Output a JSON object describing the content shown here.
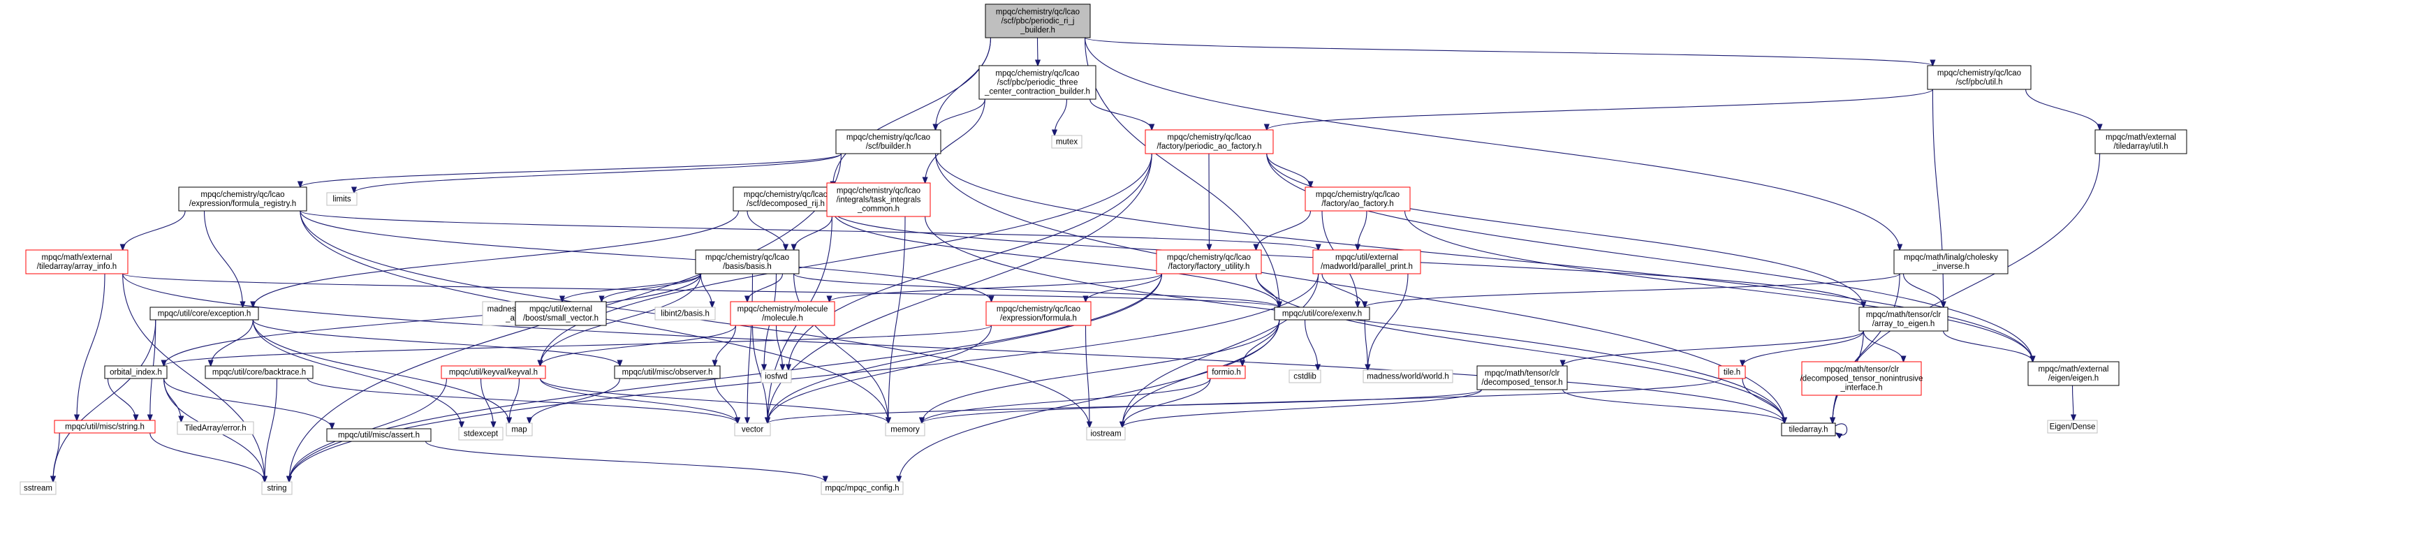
{
  "colors": {
    "edge": "#191970",
    "root_fill": "#bfbfbf",
    "node_border": "#000000",
    "missing_border": "#bfbfbf",
    "red_border": "#ff0000",
    "text": "#000000"
  },
  "nodes": [
    {
      "id": "root",
      "lines": [
        "mpqc/chemistry/qc/lcao",
        "/scf/pbc/periodic_ri_j",
        "_builder.h"
      ],
      "style": "root"
    },
    {
      "id": "p3c",
      "lines": [
        "mpqc/chemistry/qc/lcao",
        "/scf/pbc/periodic_three",
        "_center_contraction_builder.h"
      ],
      "style": "normal"
    },
    {
      "id": "util_h",
      "lines": [
        "mpqc/chemistry/qc/lcao",
        "/scf/pbc/util.h"
      ],
      "style": "normal"
    },
    {
      "id": "builder",
      "lines": [
        "mpqc/chemistry/qc/lcao",
        "/scf/builder.h"
      ],
      "style": "normal"
    },
    {
      "id": "mutex",
      "lines": [
        "mutex"
      ],
      "style": "gray"
    },
    {
      "id": "periodic_ao",
      "lines": [
        "mpqc/chemistry/qc/lcao",
        "/factory/periodic_ao_factory.h"
      ],
      "style": "red"
    },
    {
      "id": "ta_util",
      "lines": [
        "mpqc/math/external",
        "/tiledarray/util.h"
      ],
      "style": "normal"
    },
    {
      "id": "limits",
      "lines": [
        "limits"
      ],
      "style": "gray"
    },
    {
      "id": "formula_reg",
      "lines": [
        "mpqc/chemistry/qc/lcao",
        "/expression/formula_registry.h"
      ],
      "style": "normal"
    },
    {
      "id": "decomp_rij",
      "lines": [
        "mpqc/chemistry/qc/lcao",
        "/scf/decomposed_rij.h"
      ],
      "style": "normal"
    },
    {
      "id": "task_integrals",
      "lines": [
        "mpqc/chemistry/qc/lcao",
        "/integrals/task_integrals",
        "_common.h"
      ],
      "style": "red"
    },
    {
      "id": "ao_factory",
      "lines": [
        "mpqc/chemistry/qc/lcao",
        "/factory/ao_factory.h"
      ],
      "style": "red"
    },
    {
      "id": "array_info",
      "lines": [
        "mpqc/math/external",
        "/tiledarray/array_info.h"
      ],
      "style": "red"
    },
    {
      "id": "basis",
      "lines": [
        "mpqc/chemistry/qc/lcao",
        "/basis/basis.h"
      ],
      "style": "normal"
    },
    {
      "id": "factory_utility",
      "lines": [
        "mpqc/chemistry/qc/lcao",
        "/factory/factory_utility.h"
      ],
      "style": "red"
    },
    {
      "id": "parallel_print",
      "lines": [
        "mpqc/util/external",
        "/madworld/parallel_print.h"
      ],
      "style": "red"
    },
    {
      "id": "cholesky",
      "lines": [
        "mpqc/math/linalg/cholesky",
        "_inverse.h"
      ],
      "style": "normal"
    },
    {
      "id": "exception",
      "lines": [
        "mpqc/util/core/exception.h"
      ],
      "style": "normal"
    },
    {
      "id": "madworld_array",
      "lines": [
        "madness/world/array",
        "_addons.h"
      ],
      "style": "gray"
    },
    {
      "id": "small_vector",
      "lines": [
        "mpqc/util/external",
        "/boost/small_vector.h"
      ],
      "style": "normal"
    },
    {
      "id": "libint2_basis",
      "lines": [
        "libint2/basis.h"
      ],
      "style": "gray"
    },
    {
      "id": "molecule",
      "lines": [
        "mpqc/chemistry/molecule",
        "/molecule.h"
      ],
      "style": "red"
    },
    {
      "id": "formula",
      "lines": [
        "mpqc/chemistry/qc/lcao",
        "/expression/formula.h"
      ],
      "style": "red"
    },
    {
      "id": "exenv",
      "lines": [
        "mpqc/util/core/exenv.h"
      ],
      "style": "normal"
    },
    {
      "id": "array_to_eigen",
      "lines": [
        "mpqc/math/tensor/clr",
        "/array_to_eigen.h"
      ],
      "style": "normal"
    },
    {
      "id": "orbital_index",
      "lines": [
        "orbital_index.h"
      ],
      "style": "normal"
    },
    {
      "id": "backtrace",
      "lines": [
        "mpqc/util/core/backtrace.h"
      ],
      "style": "normal"
    },
    {
      "id": "keyval",
      "lines": [
        "mpqc/util/keyval/keyval.h"
      ],
      "style": "red"
    },
    {
      "id": "observer",
      "lines": [
        "mpqc/util/misc/observer.h"
      ],
      "style": "normal"
    },
    {
      "id": "iosfwd",
      "lines": [
        "iosfwd"
      ],
      "style": "gray"
    },
    {
      "id": "formio",
      "lines": [
        "formio.h"
      ],
      "style": "red"
    },
    {
      "id": "cstdlib",
      "lines": [
        "cstdlib"
      ],
      "style": "gray"
    },
    {
      "id": "madworld",
      "lines": [
        "madness/world/world.h"
      ],
      "style": "gray"
    },
    {
      "id": "decomposed_tensor",
      "lines": [
        "mpqc/math/tensor/clr",
        "/decomposed_tensor.h"
      ],
      "style": "normal"
    },
    {
      "id": "tile_h",
      "lines": [
        "tile.h"
      ],
      "style": "red"
    },
    {
      "id": "nonintrusive",
      "lines": [
        "mpqc/math/tensor/clr",
        "/decomposed_tensor_nonintrusive",
        "_interface.h"
      ],
      "style": "red"
    },
    {
      "id": "eigen_h",
      "lines": [
        "mpqc/math/external",
        "/eigen/eigen.h"
      ],
      "style": "normal"
    },
    {
      "id": "string_h",
      "lines": [
        "mpqc/util/misc/string.h"
      ],
      "style": "red"
    },
    {
      "id": "tiledarray_error",
      "lines": [
        "TiledArray/error.h"
      ],
      "style": "gray"
    },
    {
      "id": "assert_h",
      "lines": [
        "mpqc/util/misc/assert.h"
      ],
      "style": "normal"
    },
    {
      "id": "stdexcept",
      "lines": [
        "stdexcept"
      ],
      "style": "gray"
    },
    {
      "id": "map",
      "lines": [
        "map"
      ],
      "style": "gray"
    },
    {
      "id": "vector",
      "lines": [
        "vector"
      ],
      "style": "gray"
    },
    {
      "id": "memory",
      "lines": [
        "memory"
      ],
      "style": "gray"
    },
    {
      "id": "iostream",
      "lines": [
        "iostream"
      ],
      "style": "gray"
    },
    {
      "id": "tiledarray",
      "lines": [
        "tiledarray.h"
      ],
      "style": "normal"
    },
    {
      "id": "eigen_dense",
      "lines": [
        "Eigen/Dense"
      ],
      "style": "gray"
    },
    {
      "id": "sstream",
      "lines": [
        "sstream"
      ],
      "style": "gray"
    },
    {
      "id": "string",
      "lines": [
        "string"
      ],
      "style": "gray"
    },
    {
      "id": "mpqc_config",
      "lines": [
        "mpqc/mpqc_config.h"
      ],
      "style": "gray"
    }
  ],
  "edges": [
    [
      "root",
      "p3c"
    ],
    [
      "root",
      "util_h"
    ],
    [
      "root",
      "builder"
    ],
    [
      "root",
      "decomp_rij"
    ],
    [
      "root",
      "cholesky"
    ],
    [
      "root",
      "exenv"
    ],
    [
      "p3c",
      "builder"
    ],
    [
      "p3c",
      "mutex"
    ],
    [
      "p3c",
      "periodic_ao"
    ],
    [
      "p3c",
      "task_integrals"
    ],
    [
      "util_h",
      "periodic_ao"
    ],
    [
      "util_h",
      "ta_util"
    ],
    [
      "util_h",
      "array_to_eigen"
    ],
    [
      "builder",
      "limits"
    ],
    [
      "builder",
      "formula_reg"
    ],
    [
      "builder",
      "tiledarray"
    ],
    [
      "builder",
      "eigen_h"
    ],
    [
      "builder",
      "string"
    ],
    [
      "periodic_ao",
      "ao_factory"
    ],
    [
      "periodic_ao",
      "factory_utility"
    ],
    [
      "periodic_ao",
      "array_to_eigen"
    ],
    [
      "periodic_ao",
      "eigen_h"
    ],
    [
      "periodic_ao",
      "keyval"
    ],
    [
      "periodic_ao",
      "iosfwd"
    ],
    [
      "periodic_ao",
      "vector"
    ],
    [
      "ta_util",
      "tiledarray"
    ],
    [
      "formula_reg",
      "array_info"
    ],
    [
      "formula_reg",
      "exception"
    ],
    [
      "formula_reg",
      "formula"
    ],
    [
      "formula_reg",
      "parallel_print"
    ],
    [
      "formula_reg",
      "memory"
    ],
    [
      "formula_reg",
      "iostream"
    ],
    [
      "decomp_rij",
      "basis"
    ],
    [
      "decomp_rij",
      "exception"
    ],
    [
      "decomp_rij",
      "array_to_eigen"
    ],
    [
      "decomp_rij",
      "exenv"
    ],
    [
      "task_integrals",
      "basis"
    ],
    [
      "task_integrals",
      "tiledarray"
    ],
    [
      "task_integrals",
      "vector"
    ],
    [
      "task_integrals",
      "memory"
    ],
    [
      "ao_factory",
      "factory_utility"
    ],
    [
      "ao_factory",
      "parallel_print"
    ],
    [
      "ao_factory",
      "exenv"
    ],
    [
      "ao_factory",
      "eigen_h"
    ],
    [
      "array_info",
      "string_h"
    ],
    [
      "array_info",
      "exenv"
    ],
    [
      "array_info",
      "tiledarray"
    ],
    [
      "array_info",
      "string"
    ],
    [
      "basis",
      "madworld_array"
    ],
    [
      "basis",
      "small_vector"
    ],
    [
      "basis",
      "libint2_basis"
    ],
    [
      "basis",
      "molecule"
    ],
    [
      "basis",
      "keyval"
    ],
    [
      "basis",
      "iosfwd"
    ],
    [
      "basis",
      "vector"
    ],
    [
      "basis",
      "memory"
    ],
    [
      "basis",
      "exenv"
    ],
    [
      "basis",
      "orbital_index"
    ],
    [
      "factory_utility",
      "molecule"
    ],
    [
      "factory_utility",
      "formula"
    ],
    [
      "factory_utility",
      "exenv"
    ],
    [
      "factory_utility",
      "vector"
    ],
    [
      "factory_utility",
      "string"
    ],
    [
      "factory_utility",
      "tiledarray"
    ],
    [
      "parallel_print",
      "exenv"
    ],
    [
      "parallel_print",
      "madworld"
    ],
    [
      "parallel_print",
      "iostream"
    ],
    [
      "parallel_print",
      "string"
    ],
    [
      "cholesky",
      "array_to_eigen"
    ],
    [
      "cholesky",
      "tiledarray"
    ],
    [
      "cholesky",
      "exenv"
    ],
    [
      "exception",
      "backtrace"
    ],
    [
      "exception",
      "string_h"
    ],
    [
      "exception",
      "stdexcept"
    ],
    [
      "exception",
      "sstream"
    ],
    [
      "exception",
      "observer"
    ],
    [
      "exception",
      "map"
    ],
    [
      "molecule",
      "keyval"
    ],
    [
      "molecule",
      "observer"
    ],
    [
      "molecule",
      "iosfwd"
    ],
    [
      "molecule",
      "vector"
    ],
    [
      "formula",
      "orbital_index"
    ],
    [
      "formula",
      "vector"
    ],
    [
      "formula",
      "iostream"
    ],
    [
      "exenv",
      "formio"
    ],
    [
      "exenv",
      "cstdlib"
    ],
    [
      "exenv",
      "madworld"
    ],
    [
      "exenv",
      "iostream"
    ],
    [
      "exenv",
      "memory"
    ],
    [
      "exenv",
      "mpqc_config"
    ],
    [
      "array_to_eigen",
      "decomposed_tensor"
    ],
    [
      "array_to_eigen",
      "tile_h"
    ],
    [
      "array_to_eigen",
      "nonintrusive"
    ],
    [
      "array_to_eigen",
      "eigen_h"
    ],
    [
      "array_to_eigen",
      "tiledarray"
    ],
    [
      "orbital_index",
      "string_h"
    ],
    [
      "orbital_index",
      "tiledarray_error"
    ],
    [
      "orbital_index",
      "assert_h"
    ],
    [
      "orbital_index",
      "string"
    ],
    [
      "backtrace",
      "string"
    ],
    [
      "backtrace",
      "vector"
    ],
    [
      "keyval",
      "stdexcept"
    ],
    [
      "keyval",
      "map"
    ],
    [
      "keyval",
      "string"
    ],
    [
      "keyval",
      "vector"
    ],
    [
      "keyval",
      "memory"
    ],
    [
      "observer",
      "map"
    ],
    [
      "observer",
      "vector"
    ],
    [
      "formio",
      "memory"
    ],
    [
      "formio",
      "iostream"
    ],
    [
      "decomposed_tensor",
      "vector"
    ],
    [
      "decomposed_tensor",
      "tiledarray"
    ],
    [
      "decomposed_tensor",
      "iostream"
    ],
    [
      "tile_h",
      "tiledarray"
    ],
    [
      "tile_h",
      "memory"
    ],
    [
      "eigen_h",
      "eigen_dense"
    ],
    [
      "string_h",
      "sstream"
    ],
    [
      "string_h",
      "string"
    ],
    [
      "assert_h",
      "mpqc_config"
    ],
    [
      "tiledarray",
      "tiledarray"
    ]
  ]
}
